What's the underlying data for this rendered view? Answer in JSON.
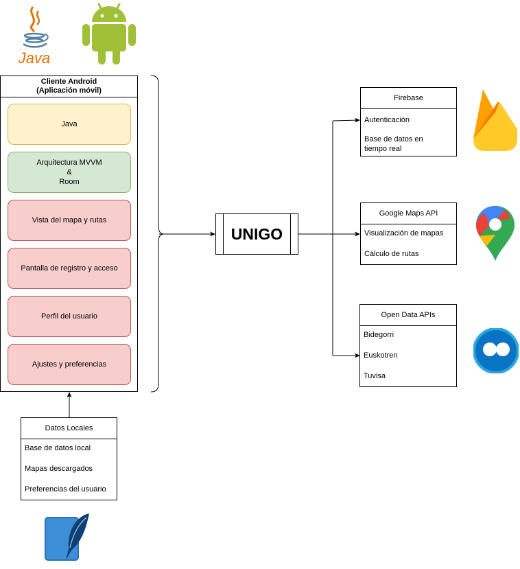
{
  "client": {
    "title_line1": "Cliente Android",
    "title_line2": "(Aplicación móvil)",
    "layers": [
      {
        "label": "Java",
        "fill": "#fff2cc",
        "stroke": "#d6b656"
      },
      {
        "label": "Arquitectura MVVM\n&\nRoom",
        "fill": "#d5e8d4",
        "stroke": "#82b366"
      },
      {
        "label": "Vista del mapa y rutas",
        "fill": "#f8cecc",
        "stroke": "#b85450"
      },
      {
        "label": "Pantalla de registro y acceso",
        "fill": "#f8cecc",
        "stroke": "#b85450"
      },
      {
        "label": "Perfil del usuario",
        "fill": "#f8cecc",
        "stroke": "#b85450"
      },
      {
        "label": "Ajustes y preferencias",
        "fill": "#f8cecc",
        "stroke": "#b85450"
      }
    ]
  },
  "center": {
    "label": "UNIGO"
  },
  "firebase": {
    "title": "Firebase",
    "items": [
      "Autenticación",
      "Base de datos en tiempo real"
    ]
  },
  "maps": {
    "title": "Google Maps API",
    "items": [
      "Visualización de mapas",
      "Cálculo de rutas"
    ]
  },
  "opendata": {
    "title": "Open Data APIs",
    "items": [
      "Bidegorri",
      "Euskotren",
      "Tuvisa"
    ]
  },
  "local": {
    "title": "Datos Locales",
    "items": [
      "Base de datos local",
      "Mapas descargados",
      "Preferencias del usuario"
    ]
  },
  "java_logo": {
    "text": "Java"
  },
  "icons": {
    "java": "java-logo-icon",
    "android": "android-logo-icon",
    "firebase": "firebase-logo-icon",
    "google_maps": "google-maps-pin-icon",
    "open_data": "open-data-logo-icon",
    "sqlite": "sqlite-feather-icon"
  }
}
